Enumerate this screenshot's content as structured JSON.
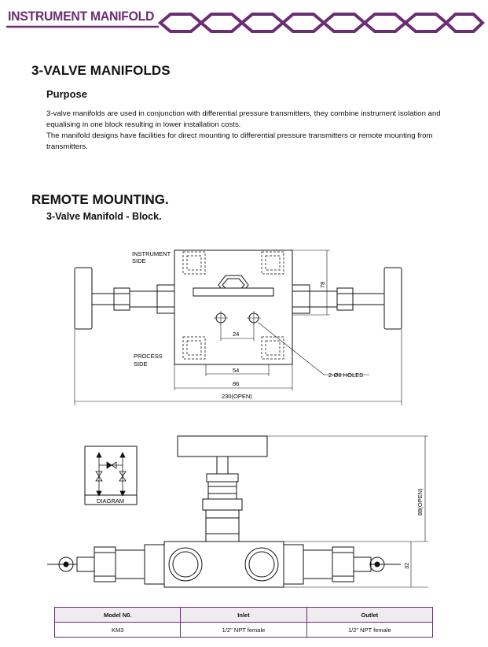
{
  "header": {
    "title": "INSTRUMENT MANIFOLD"
  },
  "section_title": "3-VALVE MANIFOLDS",
  "purpose": {
    "heading": "Purpose",
    "paragraphs": [
      "3-valve manifolds are used in conjunction with differential pressure transmitters, they combine instrument isolation and equalising in one block resulting in lower installation costs.",
      "The manifold designs have facilities for direct mounting to differential pressure transmitters or remote mounting from transmitters."
    ]
  },
  "remote": {
    "title": "REMOTE MOUNTING.",
    "subtitle": "3-Valve Manifold - Block."
  },
  "drawing_front": {
    "instrument_side": [
      "INSTRUMENT",
      "SIDE"
    ],
    "process_side": [
      "PROCESS",
      "SIDE"
    ],
    "dims": {
      "d24": "24",
      "d54": "54",
      "d86": "86",
      "d78": "78",
      "open_width": "230(OPEN)",
      "holes": "2-Ø8 HOLES"
    }
  },
  "drawing_side": {
    "diagram_label": "DIAGRAM",
    "dims": {
      "height_open": "88(OPEN)",
      "d32": "32"
    }
  },
  "table": {
    "headers": [
      "Model N0.",
      "Inlet",
      "Outlet"
    ],
    "rows": [
      [
        "KM3",
        "1/2\" NPT female",
        "1/2\" NPT female"
      ]
    ]
  },
  "colors": {
    "brand_purple": "#6b2d73",
    "table_header_bg": "#f0eaf1"
  }
}
